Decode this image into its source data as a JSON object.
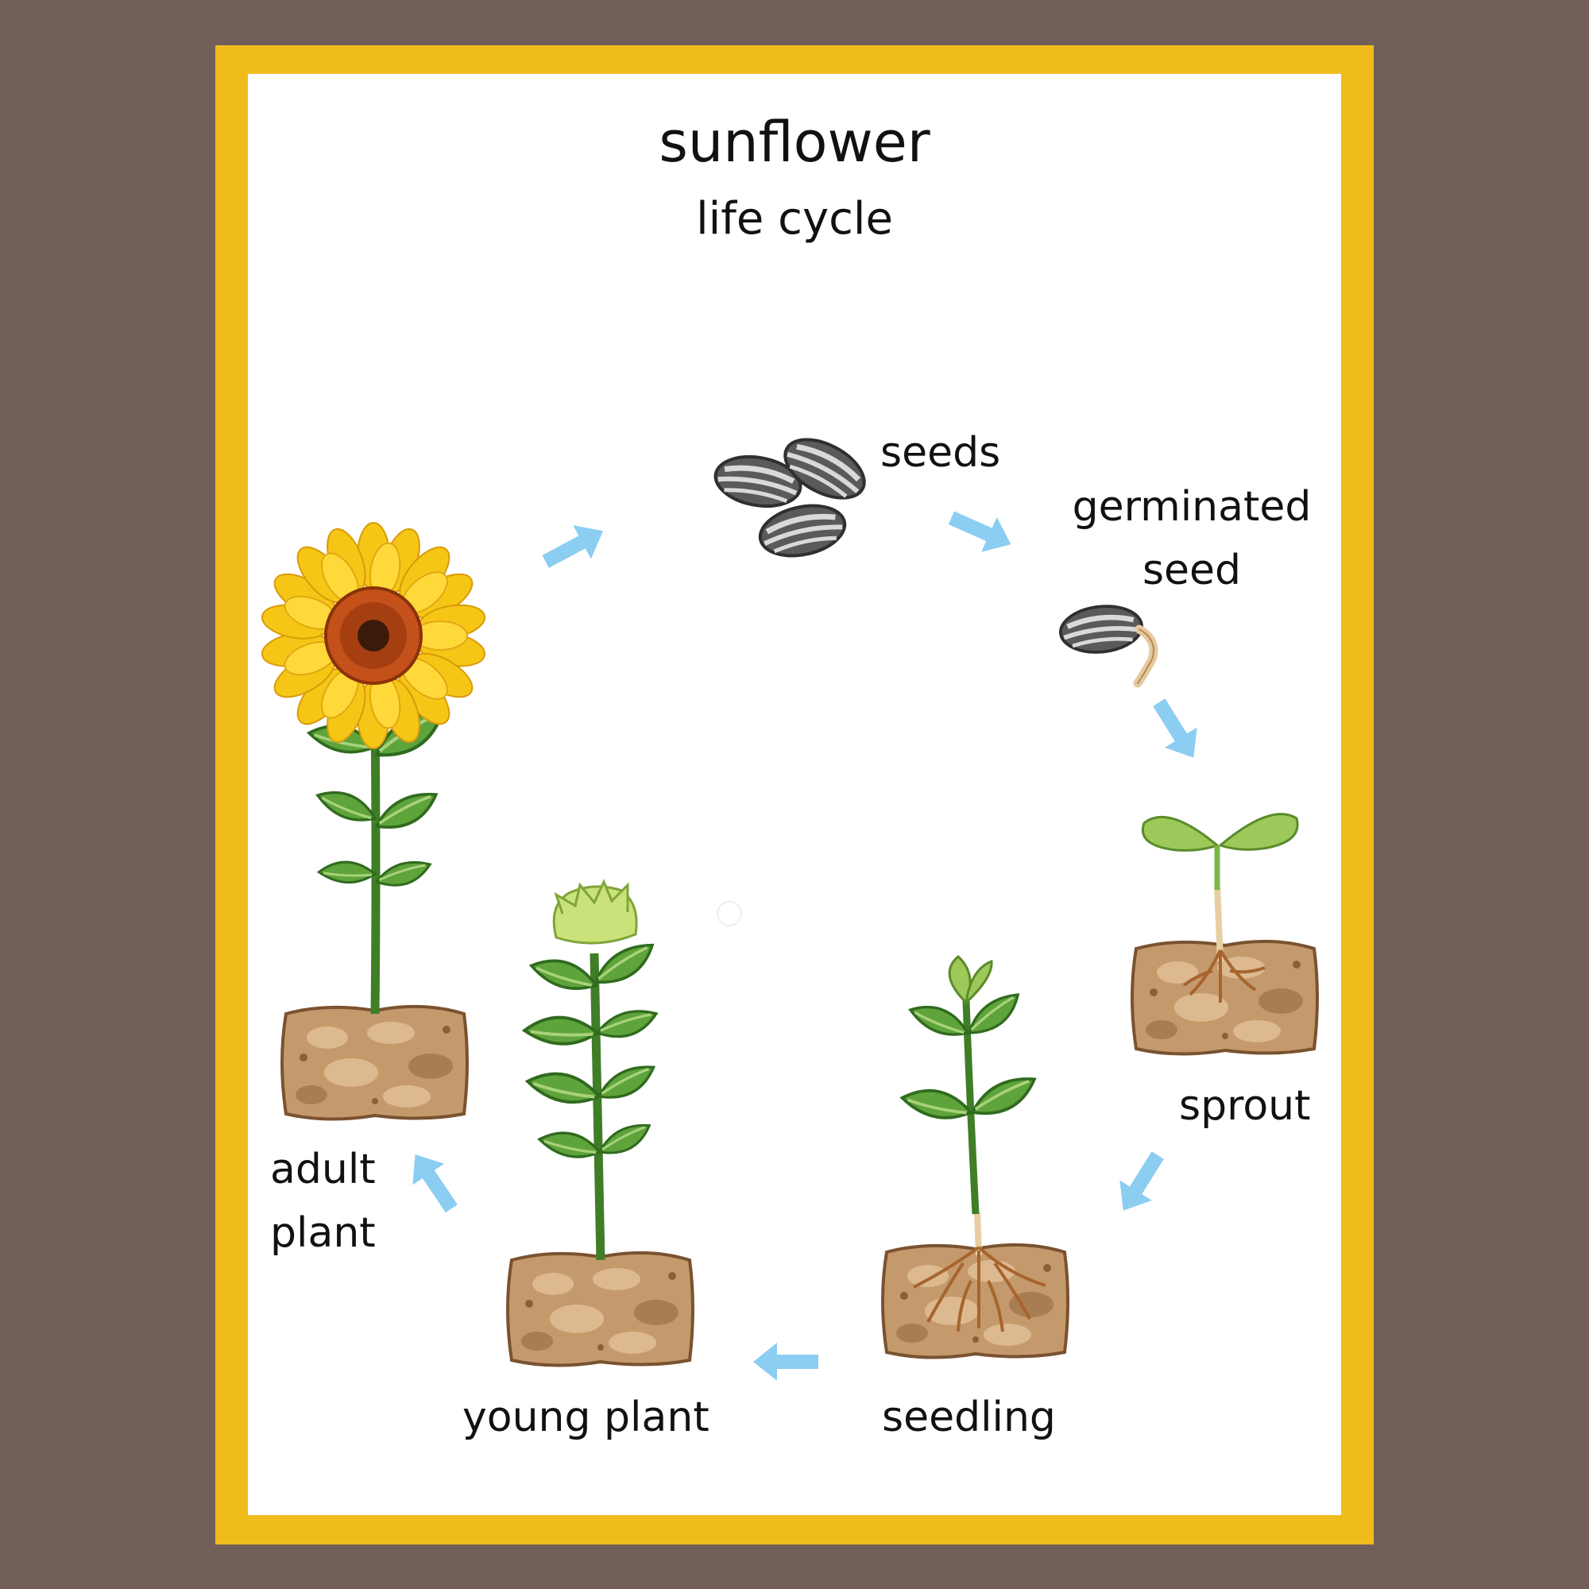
{
  "title": "sunflower",
  "subtitle": "life cycle",
  "stages": [
    {
      "label_lines": [
        "seeds"
      ],
      "icon": "sunflower-seeds-icon"
    },
    {
      "label_lines": [
        "germinated",
        "seed"
      ],
      "icon": "germinated-seed-icon"
    },
    {
      "label_lines": [
        "sprout"
      ],
      "icon": "sprout-icon"
    },
    {
      "label_lines": [
        "seedling"
      ],
      "icon": "seedling-icon"
    },
    {
      "label_lines": [
        "young plant"
      ],
      "icon": "young-plant-icon"
    },
    {
      "label_lines": [
        "adult",
        "plant"
      ],
      "icon": "adult-sunflower-icon"
    }
  ],
  "colors": {
    "frame": "#efbc1c",
    "outer_background": "#735f5a",
    "arrow": "#8ccdf2",
    "soil": "#c49a6c",
    "leaf": "#5fa33b",
    "petal": "#f6c616",
    "flower_center": "#c4501a"
  }
}
